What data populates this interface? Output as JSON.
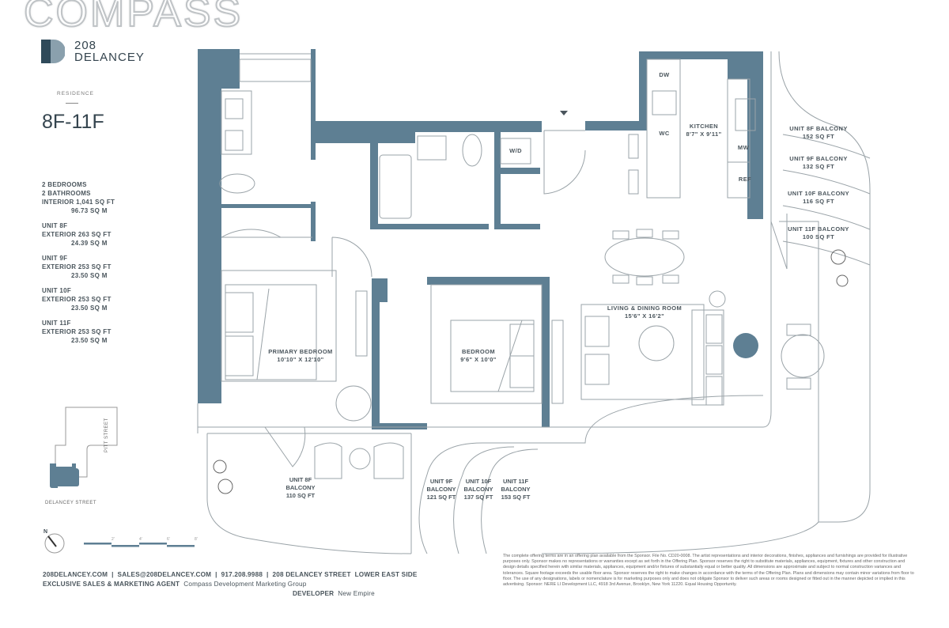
{
  "watermark": "COMPASS",
  "logo": {
    "line1": "208",
    "line2": "DELANCEY"
  },
  "residence": {
    "label": "RESIDENCE",
    "unit": "8F-11F"
  },
  "specs": {
    "bedrooms": "2 BEDROOMS",
    "bathrooms": "2 BATHROOMS",
    "interior": "INTERIOR 1,041 SQ FT",
    "interior_m": "96.73 SQ M",
    "units": [
      {
        "unit": "UNIT 8F",
        "exterior": "EXTERIOR 263 SQ FT",
        "metric": "24.39 SQ M"
      },
      {
        "unit": "UNIT 9F",
        "exterior": "EXTERIOR 253 SQ FT",
        "metric": "23.50 SQ M"
      },
      {
        "unit": "UNIT 10F",
        "exterior": "EXTERIOR 253 SQ FT",
        "metric": "23.50 SQ M"
      },
      {
        "unit": "UNIT 11F",
        "exterior": "EXTERIOR 253 SQ FT",
        "metric": "23.50 SQ M"
      }
    ]
  },
  "keyplan": {
    "street_bottom": "DELANCEY STREET",
    "street_right": "PITT STREET",
    "north": "N"
  },
  "scale_ticks": [
    "2'",
    "4'",
    "6'",
    "8'"
  ],
  "rooms": {
    "kitchen": {
      "name": "KITCHEN",
      "dim": "8'7\" X 9'11\""
    },
    "living": {
      "name": "LIVING & DINING ROOM",
      "dim": "15'6\" X 16'2\""
    },
    "primary": {
      "name": "PRIMARY BEDROOM",
      "dim": "10'10\" X 12'10\""
    },
    "bedroom": {
      "name": "BEDROOM",
      "dim": "9'6\" X 10'0\""
    },
    "dw": "DW",
    "wc": "WC",
    "mw": "MW",
    "ref": "REF",
    "wd": "W/D"
  },
  "east_balconies": [
    {
      "name": "UNIT 8F BALCONY",
      "area": "152 SQ FT"
    },
    {
      "name": "UNIT 9F BALCONY",
      "area": "132 SQ FT"
    },
    {
      "name": "UNIT 10F BALCONY",
      "area": "116 SQ FT"
    },
    {
      "name": "UNIT 11F BALCONY",
      "area": "100 SQ FT"
    }
  ],
  "south_balconies": [
    {
      "unit": "UNIT 8F",
      "word": "BALCONY",
      "area": "110 SQ FT"
    },
    {
      "unit": "UNIT 9F",
      "word": "BALCONY",
      "area": "121 SQ FT"
    },
    {
      "unit": "UNIT 10F",
      "word": "BALCONY",
      "area": "137 SQ FT"
    },
    {
      "unit": "UNIT 11F",
      "word": "BALCONY",
      "area": "153 SQ FT"
    }
  ],
  "footer": {
    "line1": "208DELANCEY.COM  |  SALES@208DELANCEY.COM  |  917.208.9988  |  208 DELANCEY STREET  LOWER EAST SIDE",
    "agent_label": "EXCLUSIVE SALES & MARKETING AGENT",
    "agent": "Compass Development Marketing Group",
    "developer_label": "DEVELOPER",
    "developer": "New Empire"
  },
  "disclaimer": "The complete offering terms are in an offering plan available from the Sponsor. File No. CD20-0008. The artist representations and interior decorations, finishes, appliances and furnishings are provided for illustrative purposes only. Sponsor makes no representations or warranties except as set forth in the Offering Plan. Sponsor reserves the right to substitute materials, appliances, equipment, fixtures and other construction and design details specified herein with similar materials, appliances, equipment and/or fixtures of substantially equal or better quality. All dimensions are approximate and subject to normal construction variances and tolerances. Square footage exceeds the usable floor area. Sponsor reserves the right to make changes in accordance with the terms of the Offering Plan. Plans and dimensions may contain minor variations from floor to floor. The use of any designations, labels or nomenclature is for marketing purposes only and does not obligate Sponsor to deliver such areas or rooms designed or fitted out in the manner depicted or implied in this advertising. Sponsor: NERE LI Development LLC, 4918 3rd Avenue, Brooklyn, New York 11220.  Equal Housing Opportunity.",
  "colors": {
    "wall": "#5e7f93",
    "line": "#9aa3a8",
    "text": "#4a555c"
  }
}
